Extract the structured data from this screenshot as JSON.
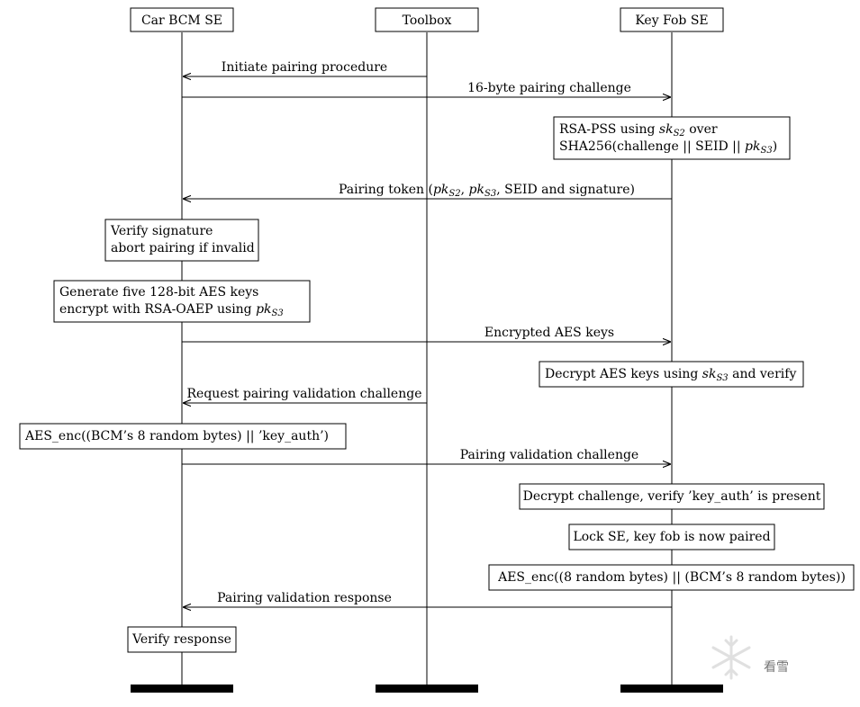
{
  "participants": [
    {
      "id": "bcm",
      "label": "Car BCM SE"
    },
    {
      "id": "toolbox",
      "label": "Toolbox"
    },
    {
      "id": "fob",
      "label": "Key Fob SE"
    }
  ],
  "messages": {
    "initiate": "Initiate pairing procedure",
    "challenge16": "16-byte pairing challenge",
    "rsa_pss_line1": "RSA-PSS using sk_S2 over",
    "rsa_pss_line2": "SHA256(challenge || SEID || pk_S3)",
    "pairing_token": "Pairing token (pk_S2, pk_S3, SEID and signature)",
    "verify_sig_line1": "Verify signature",
    "verify_sig_line2": "abort pairing if invalid",
    "gen_keys_line1": "Generate five 128-bit AES keys",
    "gen_keys_line2": "encrypt with RSA-OAEP using pk_S3",
    "encrypted_keys": "Encrypted AES keys",
    "decrypt_keys": "Decrypt AES keys using sk_S3 and verify",
    "request_validation": "Request pairing validation challenge",
    "aes_enc_bcm": "AES_enc((BCM’s 8 random bytes) || ’key_auth’)",
    "validation_challenge": "Pairing validation challenge",
    "decrypt_challenge": "Decrypt challenge, verify ’key_auth’ is present",
    "lock_se": "Lock SE, key fob is now paired",
    "aes_enc_fob": "AES_enc((8 random bytes) || (BCM’s 8 random bytes))",
    "validation_response": "Pairing validation response",
    "verify_response": "Verify response"
  },
  "watermark": "看雪"
}
